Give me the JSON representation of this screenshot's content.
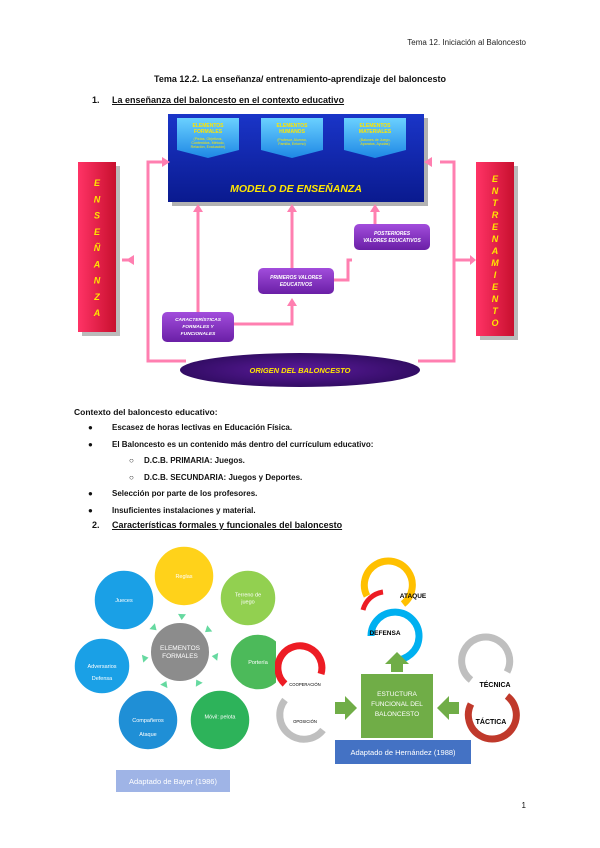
{
  "header": {
    "running_title": "Tema 12. Iniciación al Baloncesto"
  },
  "doc_title": "Tema 12.2. La enseñanza/ entrenamiento-aprendizaje del baloncesto",
  "section1": {
    "number": "1.",
    "title": "La enseñanza del baloncesto en el contexto educativo"
  },
  "diagram1": {
    "left_bar": [
      "E",
      "N",
      "S",
      "E",
      "Ñ",
      "A",
      "N",
      "Z",
      "A"
    ],
    "right_bar": [
      "E",
      "N",
      "T",
      "R",
      "E",
      "N",
      "A",
      "M",
      "I",
      "E",
      "N",
      "T",
      "O"
    ],
    "box1_title": [
      "ELEMENTOS",
      "FORMALES"
    ],
    "box1_sub": [
      "(Pistas, Objetivos,",
      "Contenidos, Método,",
      "Relación, Evaluación)"
    ],
    "box2_title": [
      "ELEMENTOS",
      "HUMANOS"
    ],
    "box2_sub": [
      "(Profesor, Alumno,",
      "Familia, Entorno)"
    ],
    "box3_title": [
      "ELEMENTOS",
      "MATERIALES"
    ],
    "box3_sub": [
      "(Balones de Juego,",
      "Aparatos, Ayudas)"
    ],
    "model_title": "MODELO DE ENSEÑANZA",
    "posteriores": [
      "POSTERIORES",
      "VALORES EDUCATIVOS"
    ],
    "primeros": [
      "PRIMEROS VALORES",
      "EDUCATIVOS"
    ],
    "caracteristicas": [
      "CARACTERÍSTICAS",
      "FORMALES Y",
      "FUNCIONALES"
    ],
    "origen": "ORIGEN DEL BALONCESTO"
  },
  "context": {
    "heading": "Contexto del baloncesto educativo:",
    "items": [
      {
        "level": 1,
        "text": "Escasez de horas lectivas en Educación Física."
      },
      {
        "level": 1,
        "text": "El Baloncesto es un contenido más dentro del currículum educativo:"
      },
      {
        "level": 2,
        "text": "D.C.B. PRIMARIA: Juegos."
      },
      {
        "level": 2,
        "text": "D.C.B. SECUNDARIA: Juegos y Deportes."
      },
      {
        "level": 1,
        "text": "Selección por parte de los profesores."
      },
      {
        "level": 1,
        "text": "Insuficientes instalaciones y material."
      }
    ]
  },
  "section2": {
    "number": "2.",
    "title": "Características formales y funcionales del baloncesto"
  },
  "diagram2": {
    "center": [
      "ELEMENTOS",
      "FORMALES"
    ],
    "circles": [
      "Reglas",
      "Terreno de juego",
      "Portería",
      "Móvil: pelota",
      "Compañeros",
      "Adversarios",
      "Jueces"
    ],
    "sub_labels": [
      "Ataque",
      "Defensa"
    ],
    "caption": "Adaptado de Bayer (1986)",
    "colors": [
      "#ffc000",
      "#92d050",
      "#00b050",
      "#4bacc6",
      "#0070c0",
      "#00b0f0"
    ]
  },
  "diagram3": {
    "center": [
      "ESTUCTURA",
      "FUNCIONAL DEL",
      "BALONCESTO"
    ],
    "top": [
      "ATAQUE",
      "DEFENSA"
    ],
    "left": [
      "COOPERACIÓN",
      "OPOSICIÓN"
    ],
    "right": [
      "TÉCNICA",
      "TÁCTICA"
    ],
    "caption": "Adaptado de Hernández (1988)"
  },
  "page_number": "1"
}
